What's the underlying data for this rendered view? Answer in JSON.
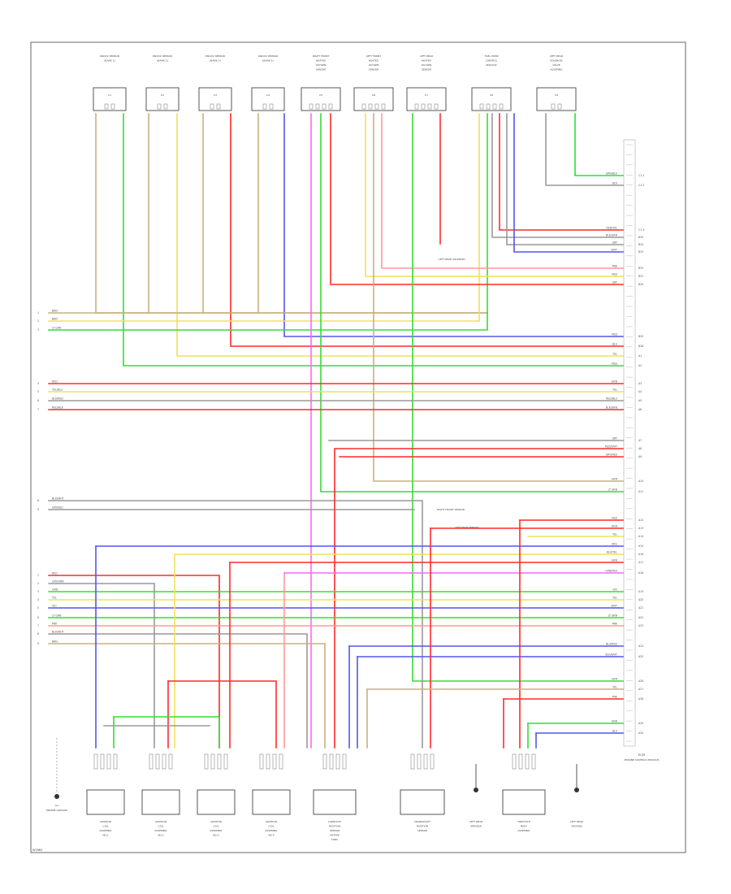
{
  "figure_code": "W1862",
  "ecu_name": "ECM",
  "ecu_caption": "(ENGINE CONTROL MODULE)",
  "sensors_top": [
    {
      "id": "s1",
      "title": "KNOCK SENSOR (BANK 1)",
      "conn": "C1"
    },
    {
      "id": "s2",
      "title": "KNOCK SENSOR (BANK 2)",
      "conn": "C2"
    },
    {
      "id": "s3",
      "title": "KNOCK SENSOR (BANK 3)",
      "conn": "C3"
    },
    {
      "id": "s4",
      "title": "KNOCK SENSOR (BANK 4)",
      "conn": "C4"
    },
    {
      "id": "s5",
      "title": "RIGHT FRONT HEATED OXYGEN SENSOR",
      "conn": "C5"
    },
    {
      "id": "s6",
      "title": "LEFT FRONT HEATED OXYGEN SENSOR",
      "conn": "C6"
    },
    {
      "id": "s7",
      "title": "LEFT REAR HEATED OXYGEN SENSOR",
      "conn": "C7"
    },
    {
      "id": "s8",
      "title": "FUEL PUMP CONTROL MODULE",
      "conn": "C8"
    },
    {
      "id": "s9",
      "title": "LEFT REAR SOLENOID VALVE ASSEMBLY",
      "conn": "C9"
    }
  ],
  "components_bottom": [
    {
      "id": "b1",
      "title": "IGNITION COIL ASSEMBLY NO.1"
    },
    {
      "id": "b2",
      "title": "IGNITION COIL ASSEMBLY NO.2"
    },
    {
      "id": "b3",
      "title": "IGNITION COIL ASSEMBLY NO.3"
    },
    {
      "id": "b4",
      "title": "IGNITION COIL ASSEMBLY NO.4"
    },
    {
      "id": "b5",
      "title": "CAMSHAFT POSITION SENSOR (INTAKE SIDE)"
    },
    {
      "id": "b6",
      "title": "CRANKSHAFT POSITION SENSOR"
    },
    {
      "id": "b7",
      "title": "LEFT REAR SPEAKER"
    },
    {
      "id": "b8",
      "title": "THROTTLE BODY ASSEMBLY"
    },
    {
      "id": "b9",
      "title": "LEFT REAR GROUND"
    }
  ],
  "ground_label": "G1",
  "ground_caption": "ENGINE GROUND",
  "left_labels": [
    "BRN",
    "BRN",
    "LT GRN",
    "RED",
    "YEL/BLU",
    "BLK/RED",
    "RED/BLK",
    "BLK/WHT",
    "GRY/BLU",
    "RED",
    "GRY/GRN",
    "GRN",
    "YEL",
    "VIO",
    "LT GRN",
    "PNK",
    "BLK/WHT",
    "BRN"
  ],
  "right_labels": [
    "GRN/BLU",
    "BLK",
    "RED/YEL",
    "BLK/GRN",
    "GRY",
    "WHT",
    "PNK",
    "RED",
    "GRY",
    "RED",
    "BLU",
    "YEL",
    "RED",
    "GRN",
    "YEL",
    "RED/BLU",
    "BLK/GRN",
    "GRY",
    "RED/WHT",
    "GRY/RED",
    "GRN",
    "LT GRN",
    "RED",
    "GRN",
    "YEL",
    "ORG",
    "BLK/YEL",
    "GRN",
    "GRN/RED",
    "VIO",
    "YEL",
    "WHT",
    "LT GRN",
    "PNK",
    "BLU/RED",
    "BLK/WHT",
    "GRN",
    "YEL",
    "PNK",
    "GRN",
    "BLU"
  ],
  "right_pin_labels": [
    "C1-1",
    "C1-2",
    "C1-3",
    "B35",
    "B34",
    "B33",
    "B32",
    "B31",
    "B30",
    "B29",
    "B28",
    "A1",
    "A2",
    "A3",
    "A4",
    "A5",
    "A6",
    "A7",
    "A8",
    "A9",
    "A10",
    "A11",
    "A12",
    "A13",
    "A14",
    "A15",
    "A16",
    "A17",
    "A18",
    "A19",
    "A20",
    "A21",
    "A22",
    "A23",
    "A24",
    "A25",
    "A26",
    "A27",
    "A28",
    "A29",
    "A30"
  ],
  "splice_notes": [
    {
      "text": "LEFT REAR SOLENOID"
    },
    {
      "text": "RIGHT FRONT SENSOR"
    },
    {
      "text": "LEFT REAR SENSOR"
    }
  ],
  "colors": {
    "red": "#ff2a2a",
    "yellow": "#f0e05a",
    "green": "#33dd33",
    "blue": "#5555ee",
    "magenta": "#ff66ff",
    "gray": "#999999",
    "tan": "#c8b080",
    "pink": "#ff9999"
  }
}
